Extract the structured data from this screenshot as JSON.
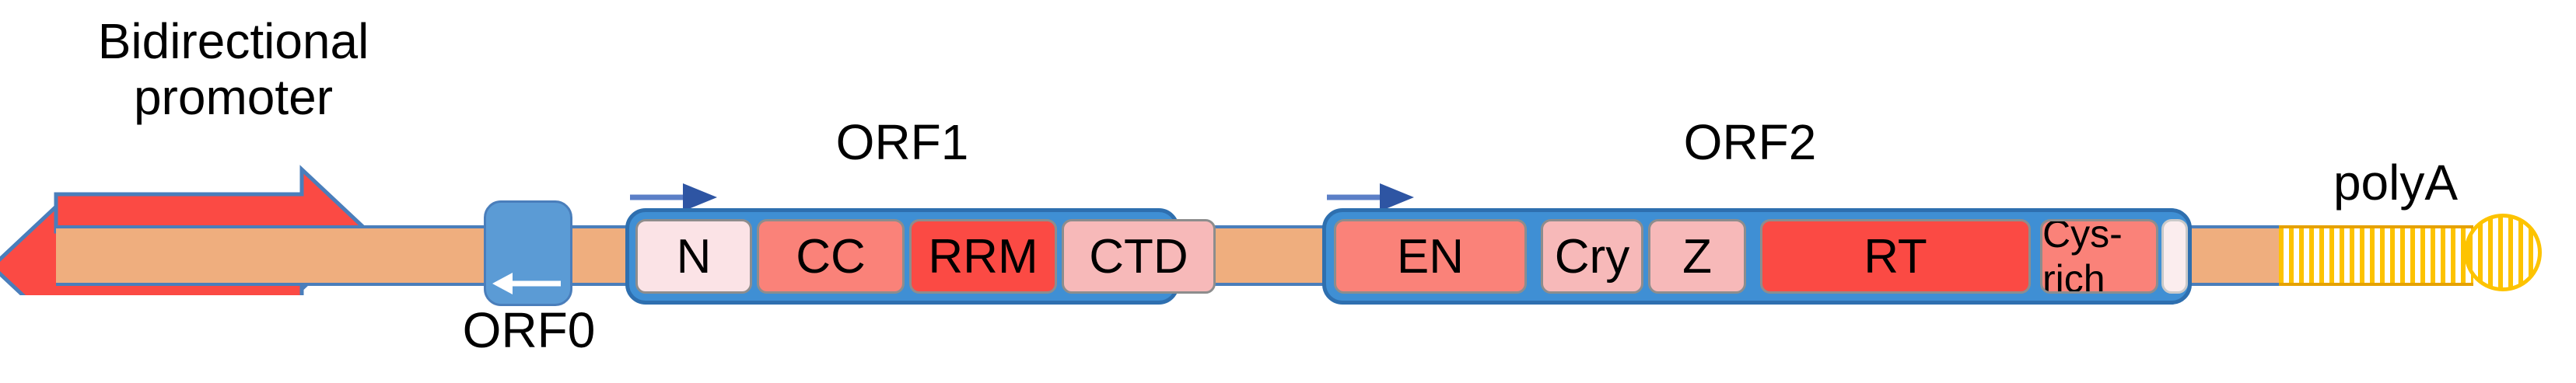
{
  "figure": {
    "type": "gene-structure-diagram",
    "subject": "LINE-1 retrotransposon element structure",
    "background_color": "#FFFFFF"
  },
  "colors": {
    "backbone": "#EFAE7E",
    "backbone_outline": "#4A7EBB",
    "promoter_arrow": "#FB4A44",
    "promoter_arrow_outline": "#4A7EBB",
    "orf_container": "#3F8FD4",
    "orf_container_outline": "#2E6FAF",
    "orf0": "#5B9BD5",
    "tss_arrow": "#3B5FA8",
    "polya": "#FDC300",
    "domain_pale": "#FBE3E6",
    "domain_light": "#F7B9B9",
    "domain_mid": "#FA8279",
    "domain_strong": "#FB4A44"
  },
  "labels": {
    "promoter": "Bidirectional\npromoter",
    "orf0": "ORF0",
    "orf1": "ORF1",
    "orf2": "ORF2",
    "polya": "polyA"
  },
  "promoter": {
    "name": "Bidirectional promoter",
    "arrows": [
      {
        "id": "forward-arrow",
        "direction": "right",
        "color": "#FB4A44"
      },
      {
        "id": "reverse-arrow",
        "direction": "left",
        "color": "#FB4A44"
      }
    ]
  },
  "orf0": {
    "label": "ORF0",
    "direction": "left",
    "color": "#5B9BD5"
  },
  "orf1": {
    "label": "ORF1",
    "direction": "right",
    "tss_arrow": "right",
    "domains": [
      {
        "label": "N",
        "fill": "domain_pale"
      },
      {
        "label": "CC",
        "fill": "domain_mid"
      },
      {
        "label": "RRM",
        "fill": "domain_strong"
      },
      {
        "label": "CTD",
        "fill": "domain_light"
      }
    ]
  },
  "orf2": {
    "label": "ORF2",
    "direction": "right",
    "tss_arrow": "right",
    "domains": [
      {
        "label": "EN",
        "fill": "domain_mid"
      },
      {
        "label": "Cry",
        "fill": "domain_light"
      },
      {
        "label": "Z",
        "fill": "domain_light"
      },
      {
        "label": "RT",
        "fill": "domain_strong"
      },
      {
        "label": "Cys-rich",
        "fill": "domain_mid"
      },
      {
        "label": "",
        "fill": "domain_pale"
      }
    ]
  },
  "polya": {
    "label": "polyA",
    "color": "#FDC300",
    "pattern": "vertical-stripes",
    "terminal_shape": "circle"
  }
}
